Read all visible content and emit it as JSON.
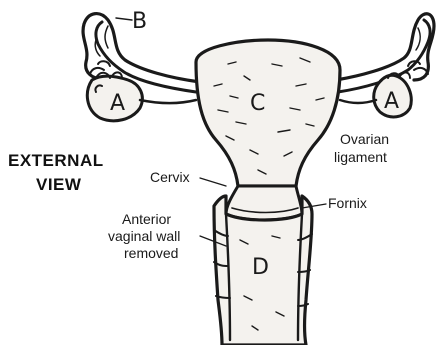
{
  "title": {
    "line1": "EXTERNAL",
    "line2": "VIEW"
  },
  "structure_letters": {
    "a_left": "A",
    "a_right": "A",
    "b": "B",
    "c": "C",
    "d": "D"
  },
  "labels": {
    "cervix": "Cervix",
    "fornix": "Fornix",
    "ovarian_ligament_1": "Ovarian",
    "ovarian_ligament_2": "ligament",
    "vaginal_wall_1": "Anterior",
    "vaginal_wall_2": "vaginal wall",
    "vaginal_wall_3": "removed"
  },
  "colors": {
    "ink": "#1a1a1a",
    "paper": "#ffffff"
  }
}
